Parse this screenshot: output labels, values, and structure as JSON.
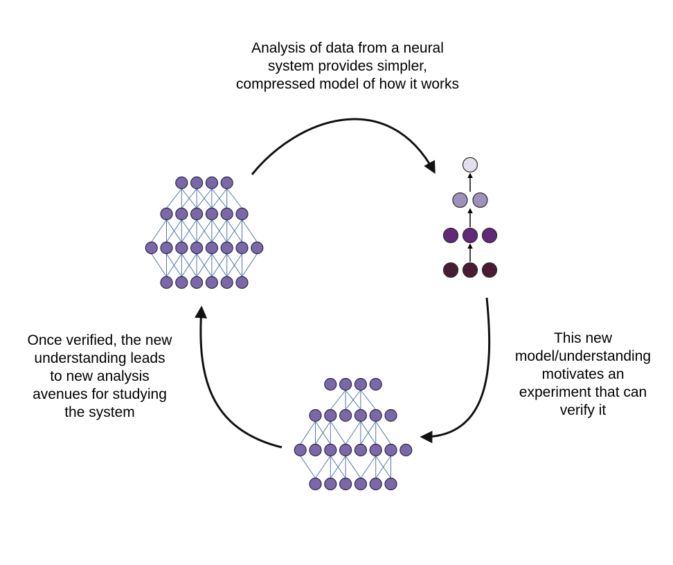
{
  "captions": {
    "top": "Analysis of data from a neural\nsystem provides simpler,\ncompressed model of how it works",
    "right": "This new\nmodel/understanding\nmotivates an\nexperiment that can\nverify it",
    "left": "Once verified, the new\nunderstanding leads\nto new analysis\navenues for studying\nthe system"
  },
  "networks": {
    "full": {
      "layers": [
        4,
        6,
        8,
        6
      ],
      "connectivity": "dense"
    },
    "model": {
      "layers": [
        3,
        3,
        2,
        1
      ]
    },
    "perturbed": {
      "layers": [
        4,
        6,
        8,
        6
      ],
      "connectivity": "sparse"
    }
  },
  "colors": {
    "neuron_fill": "#7a68a8",
    "neuron_stroke": "#2e2546",
    "edge": "#4f73a8",
    "arrow": "#111111",
    "model_layer_1": "#4a1c34",
    "model_layer_2": "#63287a",
    "model_layer_3": "#9e92bd",
    "model_layer_4": "#e3e0ec"
  }
}
